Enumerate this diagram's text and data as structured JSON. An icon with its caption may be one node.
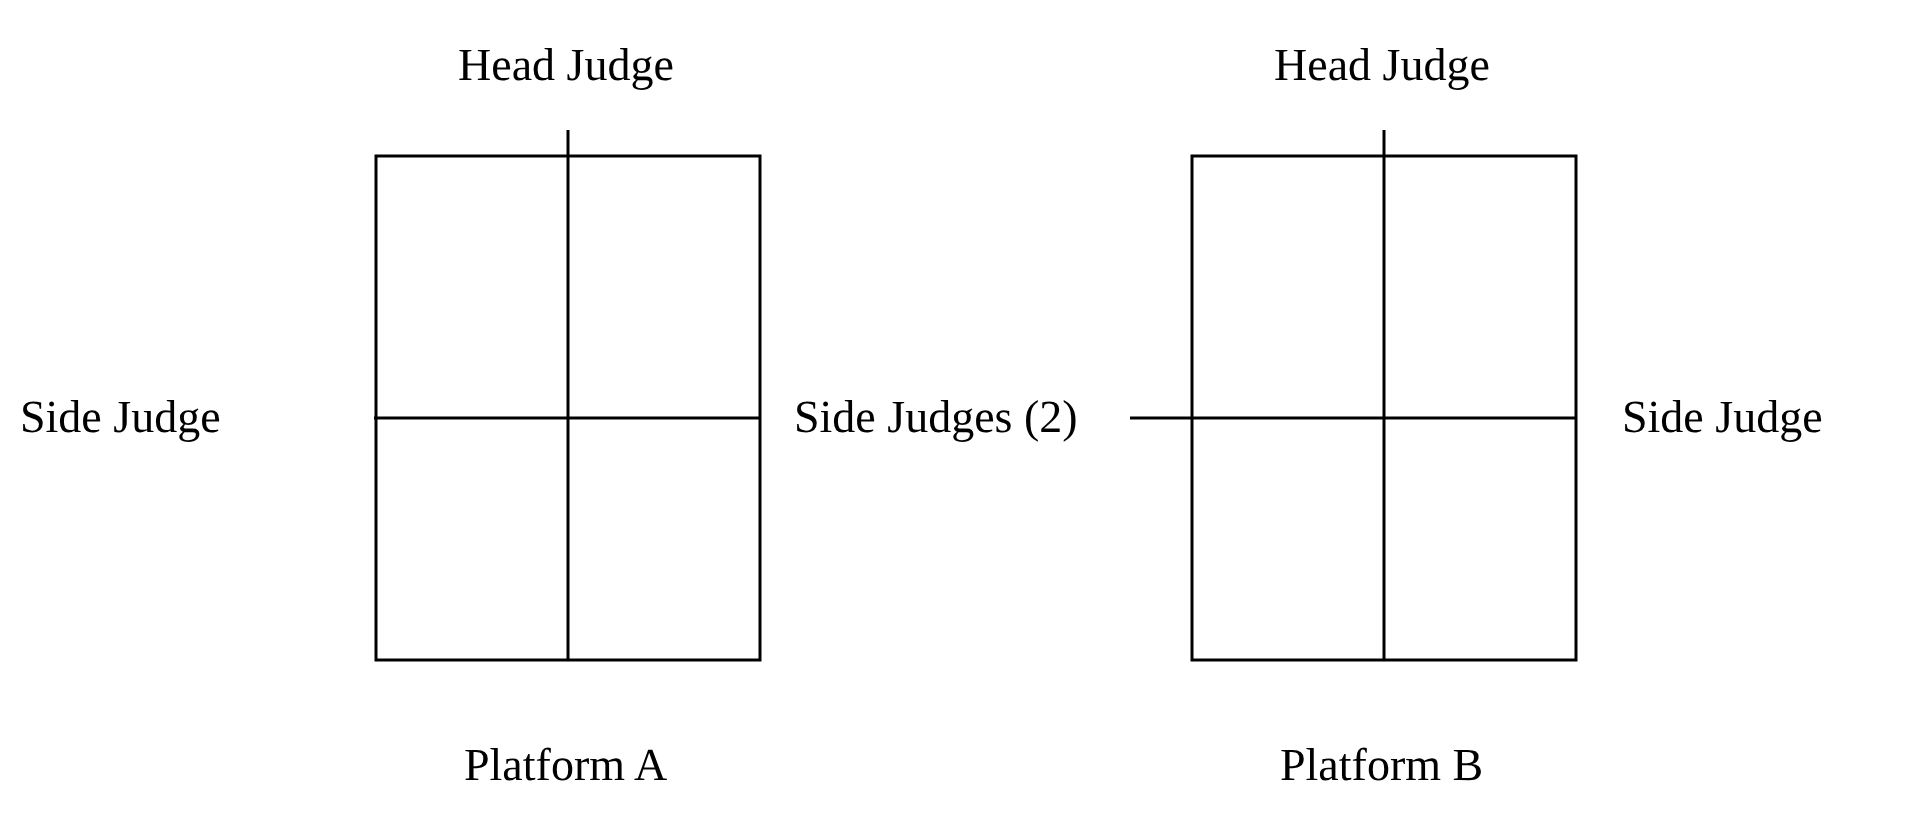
{
  "diagram": {
    "nodes": [
      {
        "text": [
          "Platform A"
        ]
      },
      {
        "text": [
          "Platform B"
        ]
      }
    ],
    "labels": [
      "Head Judge",
      "Head Judge",
      "Side Judge",
      "Side Judges (2)",
      "Side Judge"
    ]
  }
}
